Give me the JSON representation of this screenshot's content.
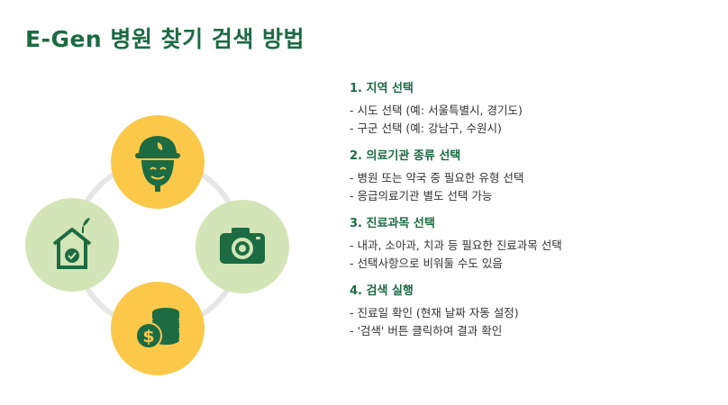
{
  "title": "E-Gen 병원 찾기 검색 방법",
  "icons": {
    "top": "worker-face-icon",
    "right": "camera-icon",
    "bottom": "dollar-coins-icon",
    "left": "eco-home-check-icon"
  },
  "colors": {
    "accent": "#1c6b43",
    "yellow_circle": "#fbc84a",
    "green_circle": "#d3e5b6",
    "ring": "#e6e6e6"
  },
  "steps": [
    {
      "title": "1. 지역 선택",
      "lines": [
        "- 시도 선택 (예: 서울특별시, 경기도)",
        "- 구군 선택 (예: 강남구, 수원시)"
      ]
    },
    {
      "title": "2. 의료기관 종류 선택",
      "lines": [
        "- 병원 또는 약국 중 필요한 유형 선택",
        "- 응급의료기관 별도 선택 가능"
      ]
    },
    {
      "title": "3. 진료과목 선택",
      "lines": [
        "- 내과, 소아과, 치과 등 필요한 진료과목 선택",
        "- 선택사항으로 비워둘 수도 있음"
      ]
    },
    {
      "title": "4. 검색 실행",
      "lines": [
        "- 진료일 확인 (현재 날짜 자동 설정)",
        "- '검색' 버튼 클릭하여 결과 확인"
      ]
    }
  ]
}
